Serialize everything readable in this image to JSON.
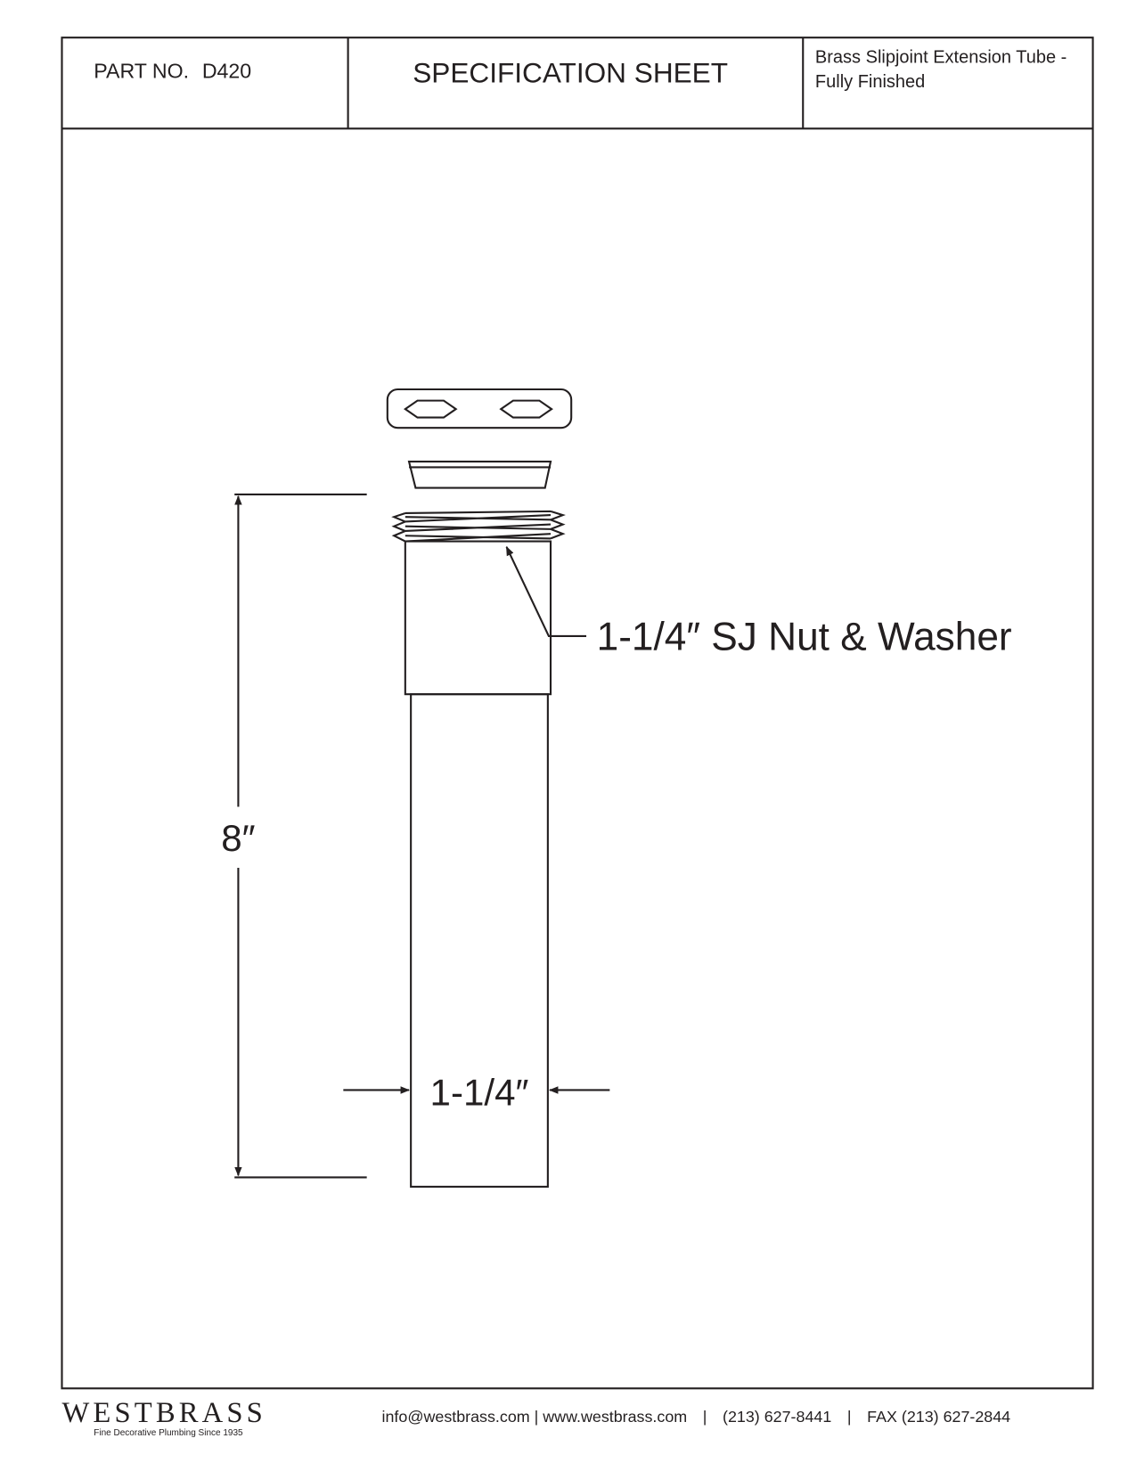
{
  "header": {
    "part_no_label": "PART NO.",
    "part_no": "D420",
    "title": "SPECIFICATION SHEET",
    "description_line1": "Brass Slipjoint Extension Tube -",
    "description_line2": "Fully Finished"
  },
  "drawing": {
    "callout": "1-1/4″ SJ Nut & Washer",
    "length_dimension": "8″",
    "diameter_dimension": "1-1/4″"
  },
  "footer": {
    "brand": "WESTBRASS",
    "tagline": "Fine Decorative Plumbing Since 1935",
    "email": "info@westbrass.com",
    "website": "www.westbrass.com",
    "phone": "(213) 627-8441",
    "fax": "FAX (213) 627-2844",
    "separator": "|"
  }
}
